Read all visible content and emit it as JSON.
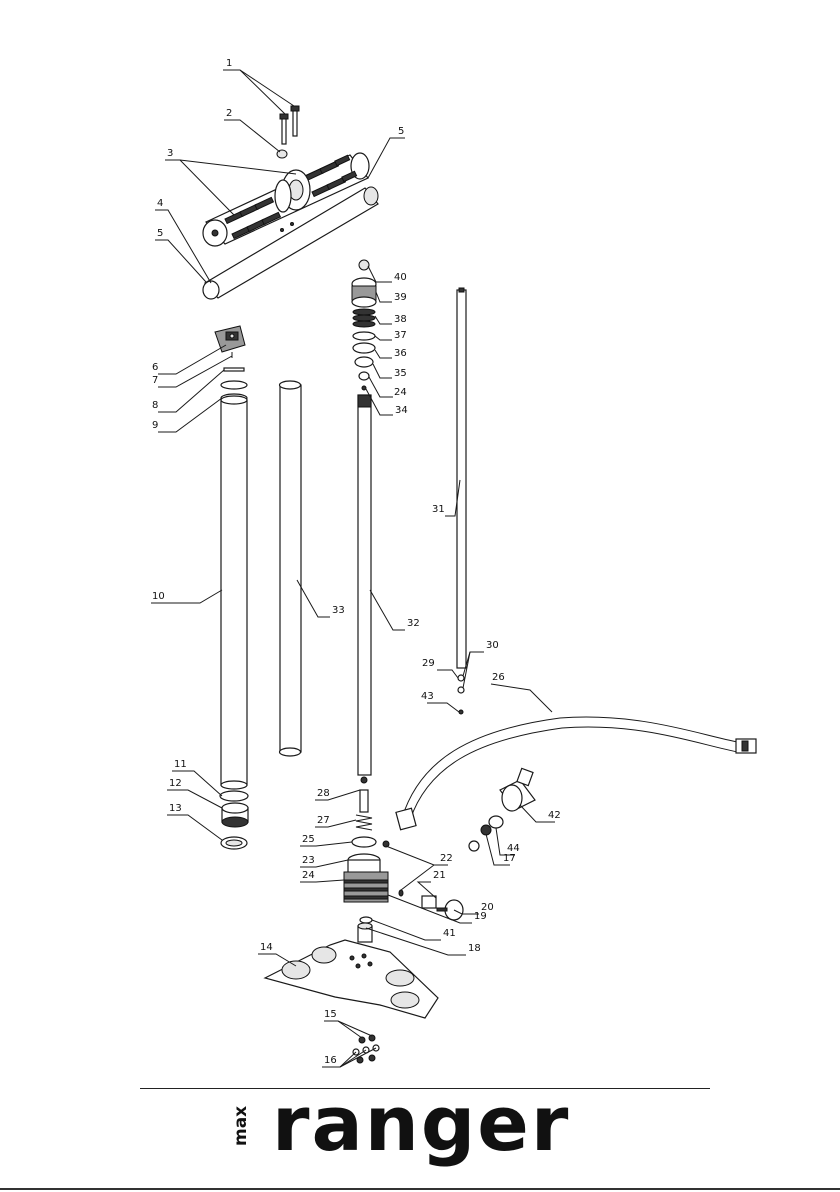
{
  "brand": {
    "prefix": "max",
    "name": "ranger"
  },
  "labels": [
    "1",
    "2",
    "3",
    "4",
    "5",
    "5",
    "6",
    "7",
    "8",
    "9",
    "10",
    "11",
    "12",
    "13",
    "14",
    "15",
    "16",
    "17",
    "18",
    "19",
    "20",
    "21",
    "22",
    "23",
    "24",
    "24",
    "25",
    "26",
    "27",
    "28",
    "29",
    "30",
    "31",
    "32",
    "33",
    "34",
    "35",
    "36",
    "37",
    "38",
    "39",
    "40",
    "41",
    "42",
    "43",
    "44"
  ]
}
